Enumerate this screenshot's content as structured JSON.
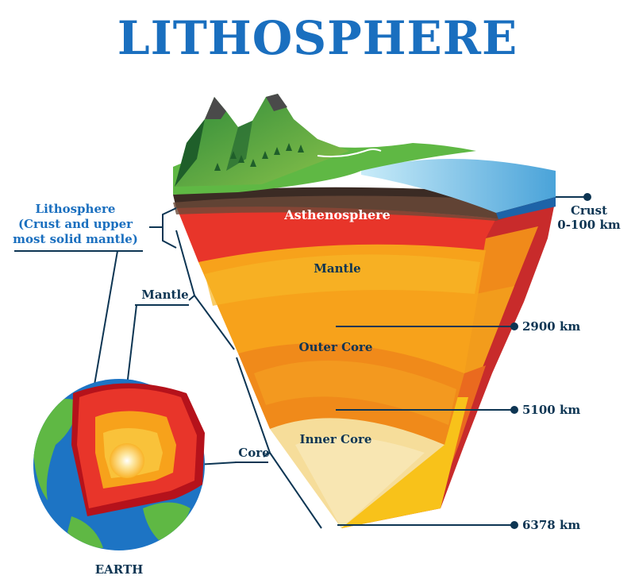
{
  "title": "LITHOSPHERE",
  "layers": {
    "asthenosphere": "Asthenosphere",
    "mantle": "Mantle",
    "outer_core": "Outer Core",
    "inner_core": "Inner Core"
  },
  "left_labels": {
    "lithosphere_line1": "Lithosphere",
    "lithosphere_line2": "(Crust and upper",
    "lithosphere_line3": "most solid mantle)",
    "mantle": "Mantle",
    "core": "Core",
    "earth": "EARTH"
  },
  "right_labels": {
    "crust": "Crust",
    "crust_depth": "0-100 km",
    "depth_2900": "2900 km",
    "depth_5100": "5100 km",
    "depth_6378": "6378 km"
  },
  "colors": {
    "title": "#1a6fbf",
    "label_dark": "#0d3553",
    "ocean": "#1d74c4",
    "land": "#5fb844",
    "asthenosphere": "#e8352a",
    "mantle": "#f7a21b",
    "outer_core": "#f08a1a",
    "inner_core": "#f6dd9a"
  }
}
